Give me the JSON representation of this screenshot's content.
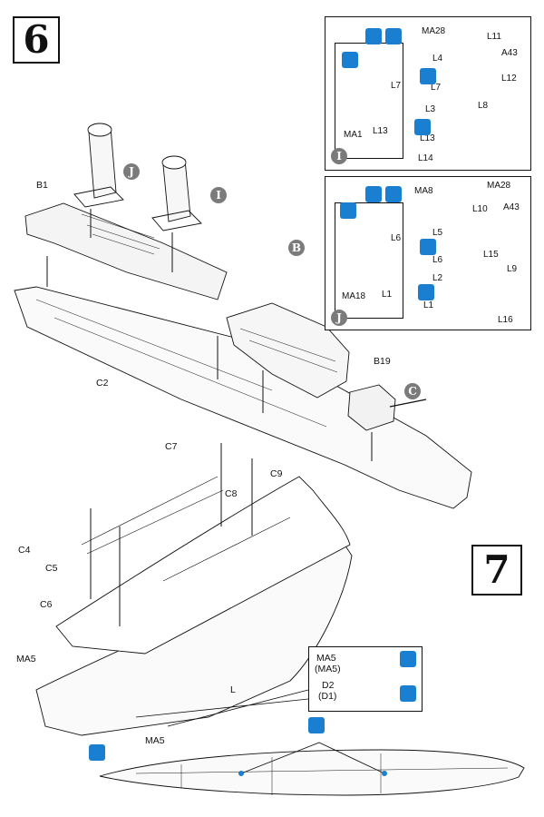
{
  "steps": {
    "step6": "6",
    "step7": "7"
  },
  "callouts": {
    "I": "I",
    "J": "J",
    "B": "B",
    "C": "C"
  },
  "inset_I": {
    "badge": "I",
    "labels": {
      "MA28": "MA28",
      "L11": "L11",
      "A43": "A43",
      "L4": "L4",
      "L7a": "L7",
      "L12": "L12",
      "L7b": "L7",
      "MA1": "MA1",
      "L13a": "L13",
      "L3": "L3",
      "L8": "L8",
      "L13b": "L13",
      "L14": "L14"
    }
  },
  "inset_J": {
    "badge": "J",
    "labels": {
      "MA8": "MA8",
      "MA28": "MA28",
      "L10": "L10",
      "A43": "A43",
      "L5": "L5",
      "L6a": "L6",
      "L15": "L15",
      "L6b": "L6",
      "L9": "L9",
      "L2": "L2",
      "MA18": "MA18",
      "L1a": "L1",
      "L1b": "L1",
      "L16": "L16"
    }
  },
  "step6_labels": {
    "B1": "B1",
    "C2": "C2",
    "B19": "B19"
  },
  "step7_labels": {
    "C7": "C7",
    "C8": "C8",
    "C9": "C9",
    "C4": "C4",
    "C5": "C5",
    "C6": "C6",
    "MA5a": "MA5",
    "L": "L",
    "MA5b": "MA5"
  },
  "detail": {
    "MA5": "MA5",
    "MA5p": "(MA5)",
    "D2": "D2",
    "D1p": "(D1)"
  },
  "icons": {
    "paint": "paint-drop-icon",
    "glue": "glue-icon",
    "assembly": "assembly-icon",
    "option": "option-icon"
  },
  "colors": {
    "icon_blue": "#1b7fd1",
    "badge_gray": "#7b7b7b",
    "line": "#111111"
  }
}
